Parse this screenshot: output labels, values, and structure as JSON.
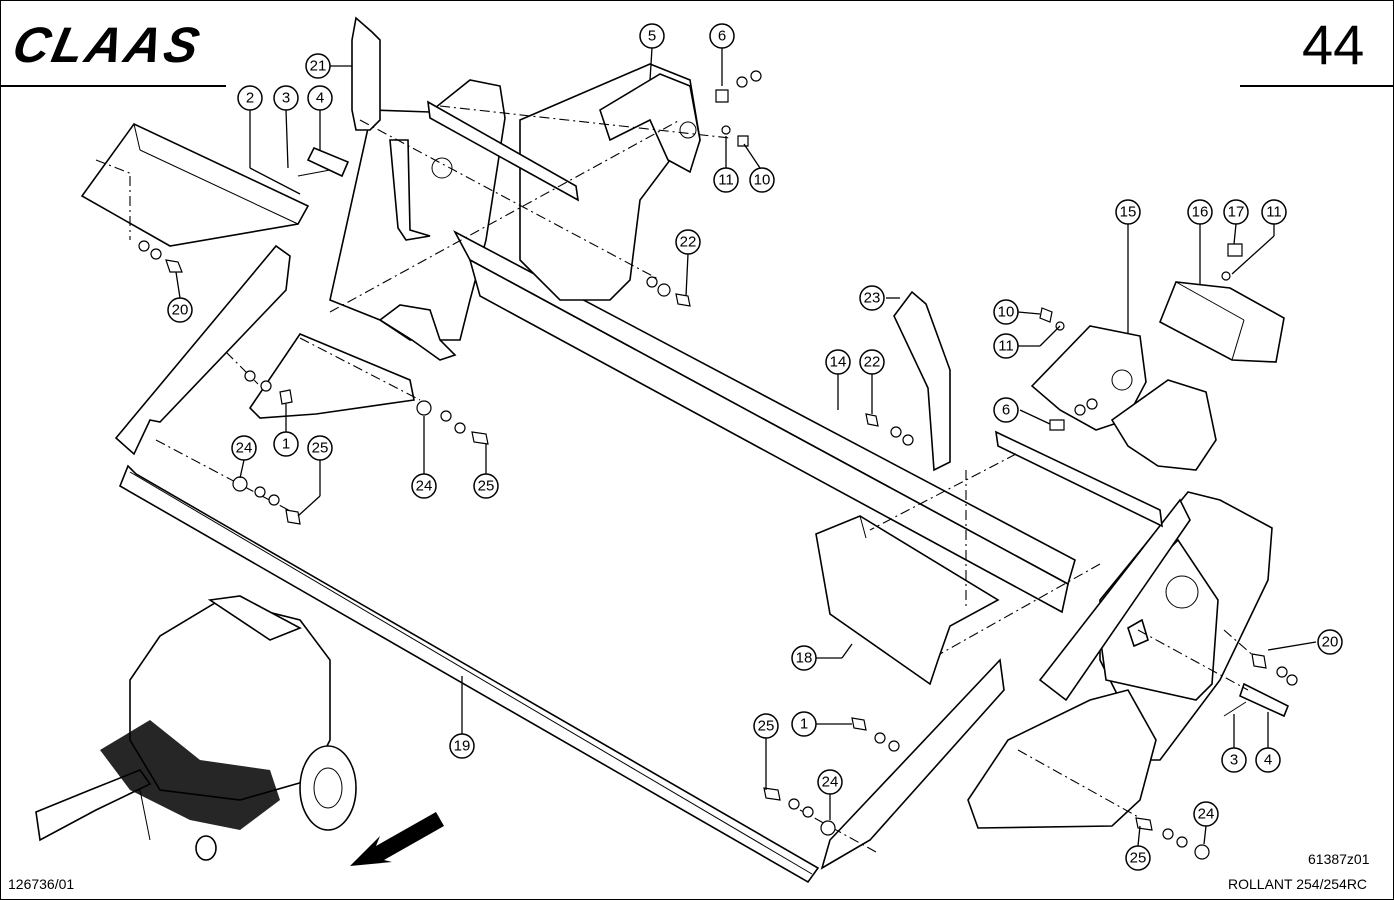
{
  "header": {
    "brand": "CLAAS",
    "page_number": "44"
  },
  "footer": {
    "document_number": "126736/01",
    "drawing_code": "61387z01",
    "model": "ROLLANT 254/254RC"
  },
  "callouts": {
    "c1": "1",
    "c2": "2",
    "c3": "3",
    "c4": "4",
    "c5": "5",
    "c6": "6",
    "c10": "10",
    "c11": "11",
    "c14": "14",
    "c15": "15",
    "c16": "16",
    "c17": "17",
    "c18": "18",
    "c19": "19",
    "c20": "20",
    "c21": "21",
    "c22": "22",
    "c23": "23",
    "c24": "24",
    "c25": "25"
  },
  "colors": {
    "ink": "#000000",
    "paper": "#ffffff"
  }
}
